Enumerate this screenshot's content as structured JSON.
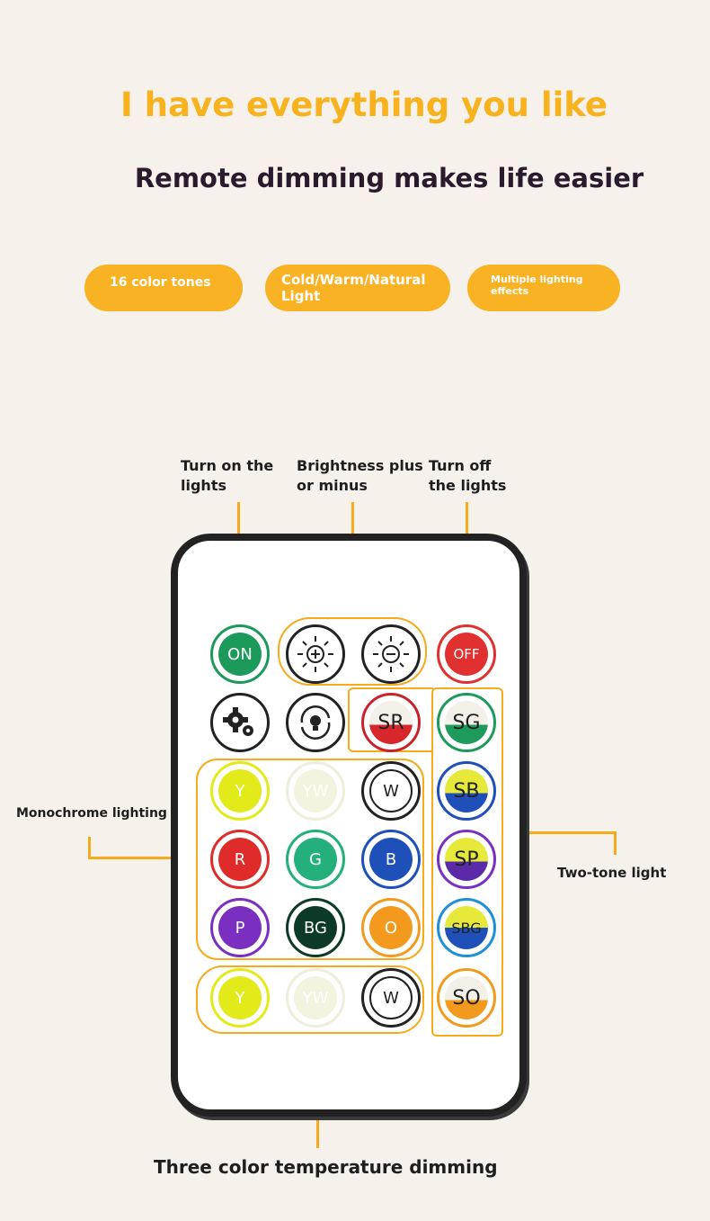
{
  "headline": "I have everything you like",
  "subheadline": "Remote dimming makes life easier",
  "features": [
    "16 color tones",
    "Cold/Warm/Natural Light",
    "Multiple lighting effects"
  ],
  "callouts": {
    "turn_on": "Turn on the lights",
    "brightness": "Brightness plus or minus",
    "turn_off": "Turn off the lights",
    "monochrome": "Monochrome lighting",
    "two_tone": "Two-tone light",
    "three_temp": "Three color temperature dimming"
  },
  "buttons": {
    "on": "ON",
    "off": "OFF",
    "y": "Y",
    "yw": "YW",
    "w": "W",
    "r": "R",
    "g": "G",
    "b": "B",
    "p": "P",
    "bg": "BG",
    "o": "O",
    "sr": "SR",
    "sg": "SG",
    "sb": "SB",
    "sp": "SP",
    "sbg": "SBG",
    "so": "SO"
  },
  "colors": {
    "accent": "#f7b21d",
    "on": "#1b9a5a",
    "off": "#e03030",
    "yellow": "#e3ea1a",
    "red": "#e02b2b",
    "green": "#23b07a",
    "blue": "#1f4fb8",
    "purple": "#7a2fc1",
    "dark_green": "#0d3a26",
    "orange": "#f39a1e"
  }
}
